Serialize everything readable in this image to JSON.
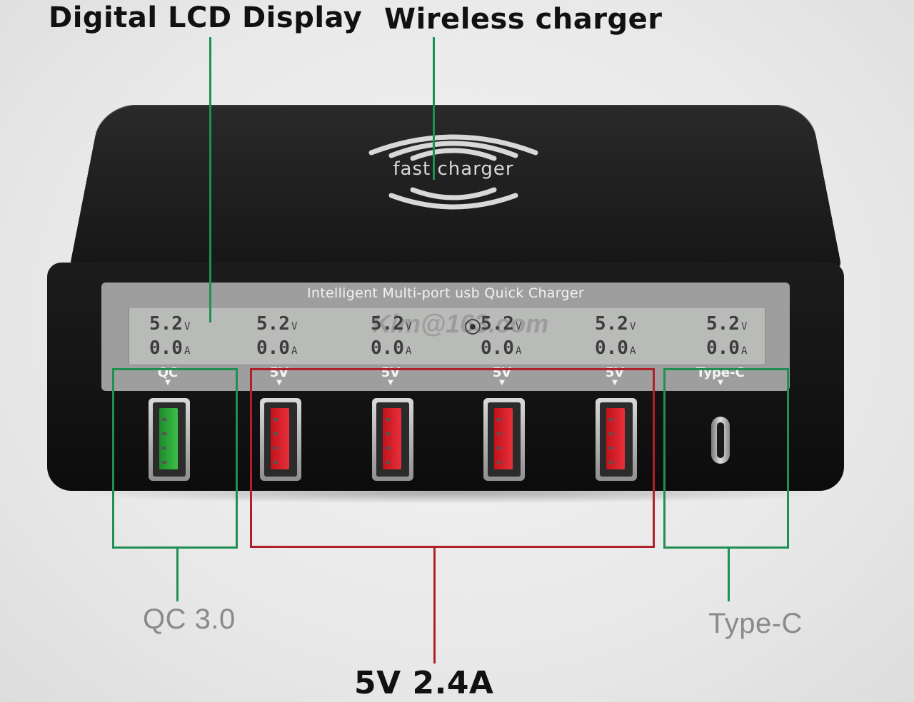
{
  "callouts": {
    "lcd_display": "Digital LCD Display",
    "wireless_charger": "Wireless charger",
    "qc30": "QC 3.0",
    "type_c": "Type-C",
    "five_v": "5V 2.4A"
  },
  "device": {
    "wireless_pad_text": "fast charger",
    "lcd_header": "Intelligent Multi-port usb Quick Charger",
    "watermark": "Kim@163.com",
    "readings": [
      {
        "voltage": "5.2",
        "voltage_unit": "V",
        "current": "0.0",
        "current_unit": "A"
      },
      {
        "voltage": "5.2",
        "voltage_unit": "V",
        "current": "0.0",
        "current_unit": "A"
      },
      {
        "voltage": "5.2",
        "voltage_unit": "V",
        "current": "0.0",
        "current_unit": "A"
      },
      {
        "voltage": "5.2",
        "voltage_unit": "V",
        "current": "0.0",
        "current_unit": "A"
      },
      {
        "voltage": "5.2",
        "voltage_unit": "V",
        "current": "0.0",
        "current_unit": "A"
      },
      {
        "voltage": "5.2",
        "voltage_unit": "V",
        "current": "0.0",
        "current_unit": "A"
      }
    ],
    "port_labels": [
      "QC",
      "5V",
      "5V",
      "5V",
      "5V",
      "Type-C"
    ],
    "colors": {
      "qc_port": "#2eaa3c",
      "std_port": "#d81f28",
      "green_callout": "#1f8f52",
      "red_callout": "#b0202a"
    }
  }
}
